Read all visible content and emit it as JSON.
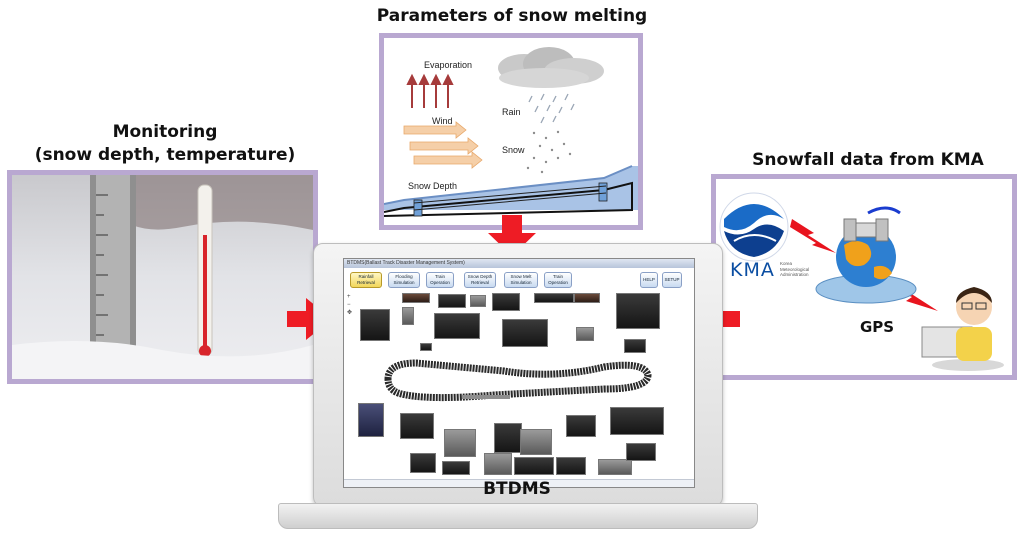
{
  "titles": {
    "melting": "Parameters of snow melting",
    "monitoring_line1": "Monitoring",
    "monitoring_line2": "(snow depth, temperature)",
    "kma": "Snowfall data from KMA",
    "system": "BTDMS"
  },
  "melting_panel": {
    "evaporation": "Evaporation",
    "rain": "Rain",
    "wind": "Wind",
    "snow": "Snow",
    "snow_depth": "Snow Depth"
  },
  "kma_panel": {
    "logo_text": "KMA",
    "logo_sub_line1": "Korea",
    "logo_sub_line2": "Meteorological",
    "logo_sub_line3": "Administration",
    "gps": "GPS"
  },
  "screen": {
    "window_title": "BTDMS(Ballast Track Disaster Management System)",
    "buttons": [
      {
        "label": "Rainfall Retrieval"
      },
      {
        "label": "Flooding Simulation"
      },
      {
        "label": "Train Operation"
      },
      {
        "label": "Snow Depth Retrieval"
      },
      {
        "label": "Snow Melt Simulation"
      },
      {
        "label": "Train Operation"
      }
    ],
    "help": "HELP",
    "setup": "SETUP"
  },
  "colors": {
    "frame": "#b9a8d1",
    "arrow": "#ee1c25",
    "kma_blue": "#0b4ea2",
    "bolt": "#e8141e"
  }
}
